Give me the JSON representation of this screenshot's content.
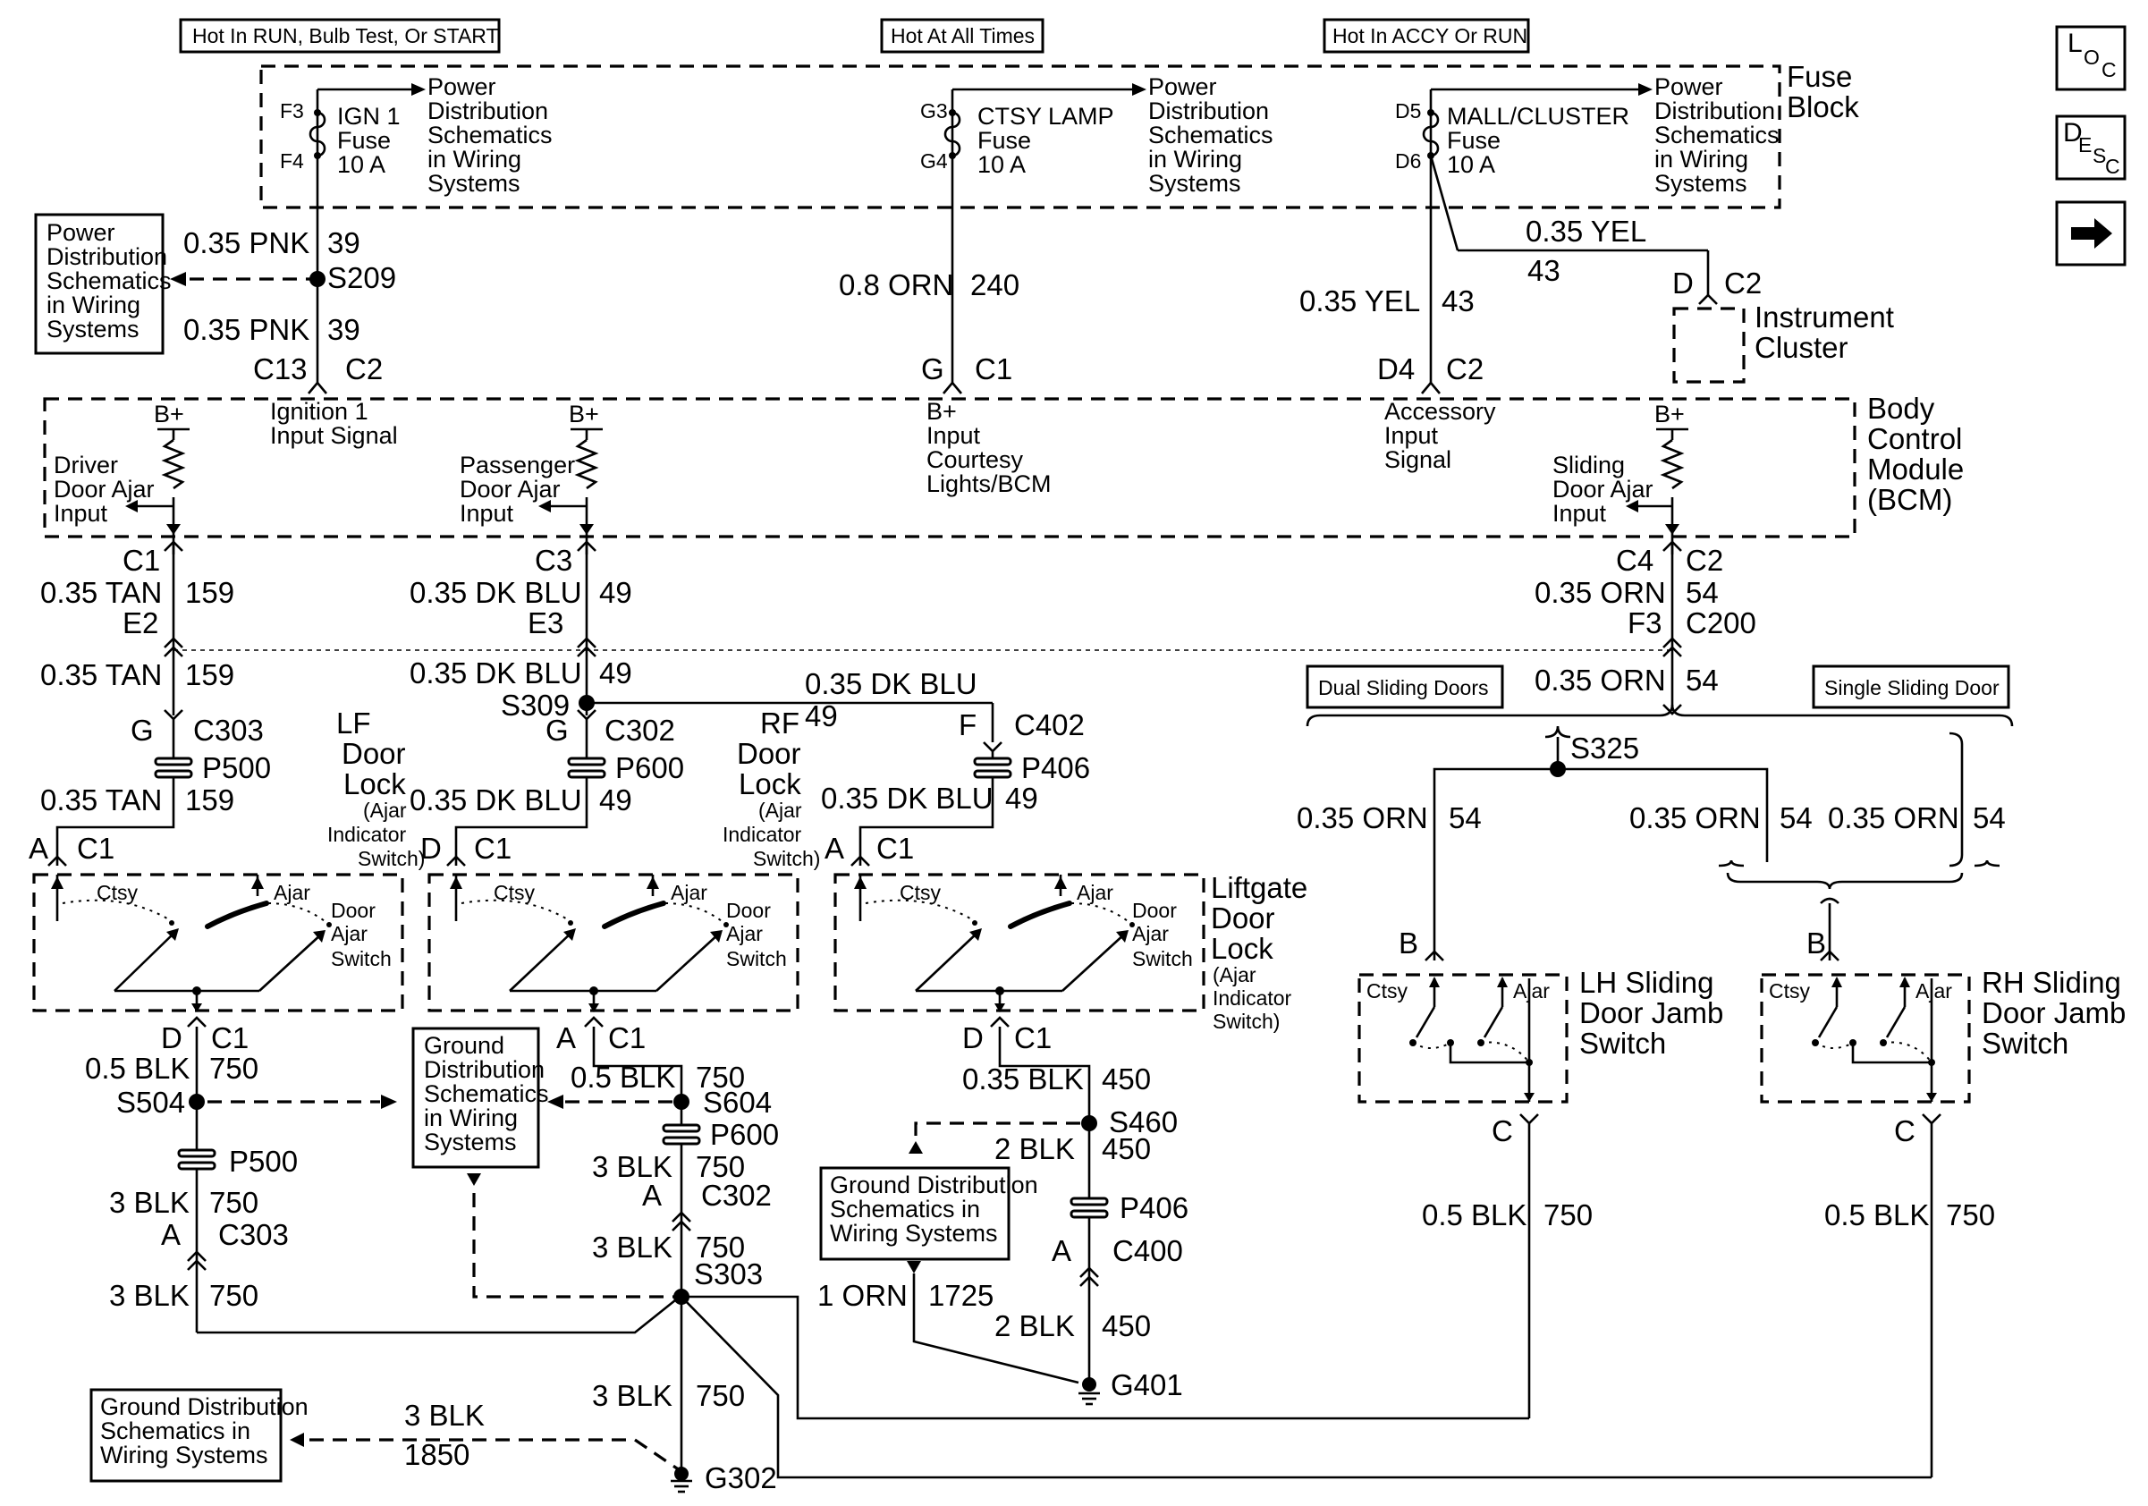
{
  "headers": {
    "run": "Hot In RUN, Bulb Test, Or START",
    "always": "Hot At All Times",
    "accy": "Hot In ACCY Or RUN"
  },
  "fuse_block": {
    "title": [
      "Fuse",
      "Block"
    ],
    "fuses": [
      {
        "top": "F3",
        "bottom": "F4",
        "name": [
          "IGN 1",
          "Fuse",
          "10 A"
        ]
      },
      {
        "top": "G3",
        "bottom": "G4",
        "name": [
          "CTSY LAMP",
          "Fuse",
          "10 A"
        ]
      },
      {
        "top": "D5",
        "bottom": "D6",
        "name": [
          "MALL/CLUSTER",
          "Fuse",
          "10 A"
        ]
      }
    ],
    "pds_ref": [
      "Power",
      "Distribution",
      "Schematics",
      "in Wiring",
      "Systems"
    ]
  },
  "side_box_power": [
    "Power",
    "Distribution",
    "Schematics",
    "in Wiring",
    "Systems"
  ],
  "wires_top": {
    "pnk_a": "0.35 PNK",
    "pnk_a_num": "39",
    "s209": "S209",
    "pnk_b": "0.35 PNK",
    "pnk_b_num": "39",
    "c13": "C13",
    "c2a": "C2",
    "orn": "0.8 ORN",
    "orn_num": "240",
    "g": "G",
    "c1": "C1",
    "yel_a": "0.35 YEL",
    "yel_a_num": "43",
    "yel_b": "0.35 YEL",
    "yel_b_num": "43",
    "d4": "D4",
    "c2b": "C2",
    "ic_d": "D",
    "ic_c2": "C2",
    "ic_label": [
      "Instrument",
      "Cluster"
    ]
  },
  "bcm": {
    "title": [
      "Body",
      "Control",
      "Module",
      "(BCM)"
    ],
    "bplus": "B+",
    "ign_label": [
      "Ignition 1",
      "Input Signal"
    ],
    "driver": [
      "Driver",
      "Door Ajar",
      "Input"
    ],
    "passenger": [
      "Passenger",
      "Door Ajar",
      "Input"
    ],
    "courtesy": [
      "B+",
      "Input",
      "Courtesy",
      "Lights/BCM"
    ],
    "accessory": [
      "Accessory",
      "Input",
      "Signal"
    ],
    "sliding": [
      "Sliding",
      "Door Ajar",
      "Input"
    ]
  },
  "mid": {
    "c1": "C1",
    "tan1": "0.35 TAN",
    "tan1_num": "159",
    "e2": "E2",
    "c3": "C3",
    "blu1": "0.35 DK BLU",
    "blu1_num": "49",
    "e3": "E3",
    "c4": "C4",
    "c2": "C2",
    "orn1": "0.35 ORN",
    "orn1_num": "54",
    "f3": "F3",
    "c200": "C200",
    "tan2": "0.35 TAN",
    "tan2_num": "159",
    "blu2": "0.35 DK BLU",
    "blu2_num": "49",
    "s309": "S309",
    "blu3": "0.35 DK BLU",
    "blu3_num": "49",
    "orn2": "0.35 ORN",
    "orn2_num": "54",
    "dual": "Dual Sliding Doors",
    "single": "Single Sliding Door"
  },
  "lf": {
    "g": "G",
    "conn": "C303",
    "p": "P500",
    "wire": "0.35 TAN",
    "num": "159",
    "a": "A",
    "c1": "C1",
    "title": [
      "LF",
      "Door",
      "Lock"
    ],
    "sub": [
      "(Ajar",
      "Indicator",
      "Switch)"
    ]
  },
  "rf": {
    "g": "G",
    "conn": "C302",
    "p": "P600",
    "wire": "0.35 DK BLU",
    "num": "49",
    "d": "D",
    "c1": "C1",
    "title": [
      "RF",
      "Door",
      "Lock"
    ],
    "sub": [
      "(Ajar",
      "Indicator",
      "Switch)"
    ]
  },
  "lg": {
    "f": "F",
    "conn": "C402",
    "p": "P406",
    "wire": "0.35 DK BLU",
    "num": "49",
    "a": "A",
    "c1": "C1",
    "title": [
      "Liftgate",
      "Door",
      "Lock"
    ],
    "sub": [
      "(Ajar",
      "Indicator",
      "Switch)"
    ]
  },
  "switch": {
    "ctsy": "Ctsy",
    "ajar": "Ajar",
    "label": [
      "Door",
      "Ajar",
      "Switch"
    ]
  },
  "slide": {
    "s325": "S325",
    "w1": "0.35 ORN",
    "w1n": "54",
    "w2": "0.35 ORN",
    "w2n": "54",
    "w3": "0.35 ORN",
    "w3n": "54",
    "b": "B",
    "c": "C",
    "lh": [
      "LH Sliding",
      "Door Jamb",
      "Switch"
    ],
    "rh": [
      "RH Sliding",
      "Door Jamb",
      "Switch"
    ],
    "ctsy": "Ctsy",
    "ajar": "Ajar",
    "blk": "0.5 BLK",
    "blk_n": "750"
  },
  "ground_left": {
    "d": "D",
    "c1": "C1",
    "w1": "0.5 BLK",
    "w1n": "750",
    "s504": "S504",
    "p500": "P500",
    "w2": "3 BLK",
    "w2n": "750",
    "a": "A",
    "c303": "C303",
    "w3": "3 BLK",
    "w3n": "750"
  },
  "gds_box": [
    "Ground",
    "Distribution",
    "Schematics",
    "in Wiring",
    "Systems"
  ],
  "ground_mid": {
    "a": "A",
    "c1": "C1",
    "w1": "0.5 BLK",
    "w1n": "750",
    "s604": "S604",
    "p600": "P600",
    "w2": "3 BLK",
    "w2n": "750",
    "a2": "A",
    "c302": "C302",
    "w3": "3 BLK",
    "w3n": "750",
    "s303": "S303",
    "w4": "3 BLK",
    "w4n": "750",
    "g302": "G302"
  },
  "ground_right": {
    "d": "D",
    "c1": "C1",
    "w1": "0.35 BLK",
    "w1n": "450",
    "s460": "S460",
    "w2": "2 BLK",
    "w2n": "450",
    "p406": "P406",
    "a": "A",
    "c400": "C400",
    "w3": "2 BLK",
    "w3n": "450",
    "orn": "1 ORN",
    "orn_n": "1725",
    "g401": "G401"
  },
  "gds_box2": [
    "Ground Distribution",
    "Schematics in",
    "Wiring Systems"
  ],
  "gds_box3": [
    "Ground Distribution",
    "Schematics in",
    "Wiring Systems"
  ],
  "bottom": {
    "w": "3 BLK",
    "n": "1850"
  },
  "nav": {
    "loc": [
      "L",
      "O",
      "C"
    ],
    "desc": [
      "D",
      "E",
      "S",
      "C"
    ],
    "next": "→"
  }
}
